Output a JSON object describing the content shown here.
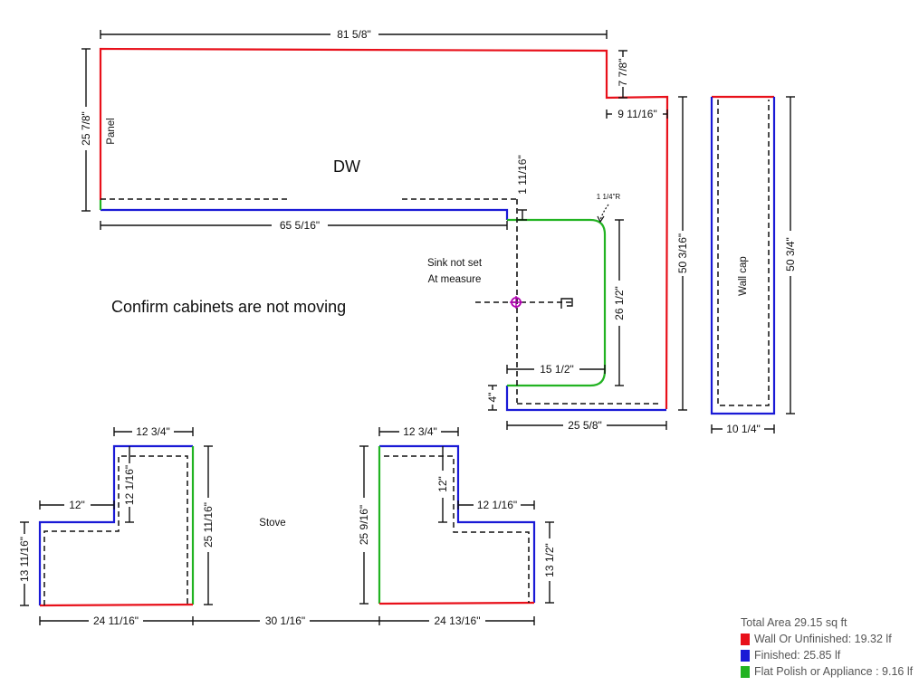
{
  "dimensions": {
    "top_width": "81 5/8\"",
    "left_height": "25 7/8\"",
    "step_height": "7 7/8\"",
    "step_depth": "9 11/16\"",
    "bottom_left_run": "65 5/16\"",
    "sink_return": "1 11/16\"",
    "radius": "1 1/4\"R",
    "sink_height": "26 1/2\"",
    "sink_width": "15 1/2\"",
    "return_height": "4\"",
    "return_width": "25 5/8\"",
    "right_height": "50 3/16\"",
    "wallcap_height": "50 3/4\"",
    "wallcap_width": "10 1/4\"",
    "left_l_top": "12 3/4\"",
    "left_l_notch_w": "12\"",
    "left_l_notch_h": "12 1/16\"",
    "left_l_height": "25 11/16\"",
    "left_l_side": "13 11/16\"",
    "left_l_bottom": "24 11/16\"",
    "gap": "30 1/16\"",
    "right_l_top": "12 3/4\"",
    "right_l_notch_h": "12\"",
    "right_l_notch_w": "12 1/16\"",
    "right_l_height": "25 9/16\"",
    "right_l_side": "13 1/2\"",
    "right_l_bottom": "24 13/16\""
  },
  "labels": {
    "panel": "Panel",
    "dw": "DW",
    "sink_line1": "Sink not set",
    "sink_line2": "At measure",
    "confirm": "Confirm cabinets are not moving",
    "wall_cap": "Wall cap",
    "stove": "Stove"
  },
  "legend": {
    "title": "Total Area 29.15 sq ft",
    "items": [
      {
        "label": "Wall Or Unfinished: 19.32 lf",
        "color": "#e8101a"
      },
      {
        "label": "Finished: 25.85 lf",
        "color": "#1a1ad6"
      },
      {
        "label": "Flat Polish or Appliance : 9.16 lf",
        "color": "#22b322"
      }
    ]
  },
  "colors": {
    "wall": "#e8101a",
    "finished": "#1a1ad6",
    "polish": "#22b322",
    "sink_marker": "#b000b0"
  }
}
